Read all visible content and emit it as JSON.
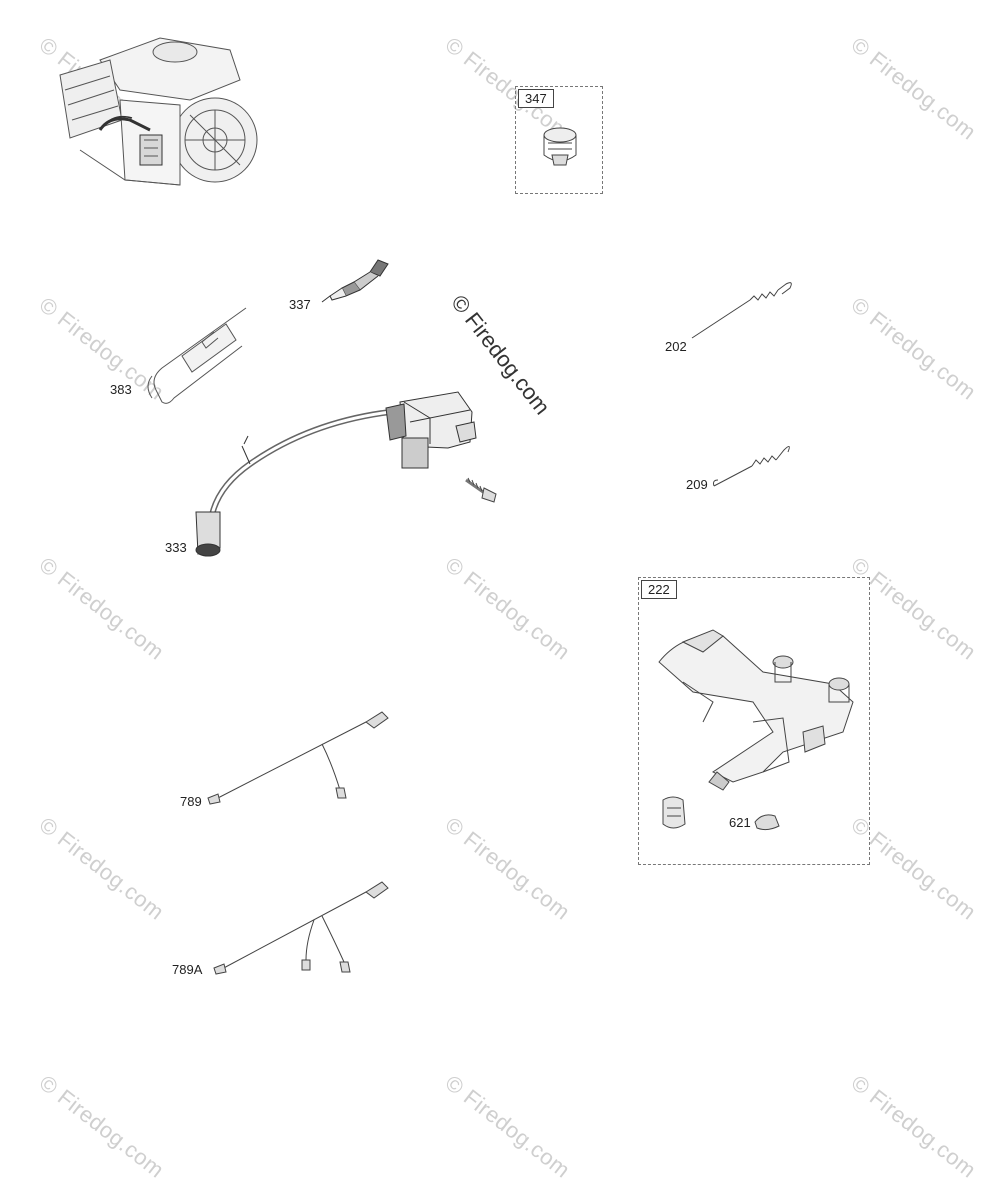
{
  "watermark": {
    "text": "© Firedog.com",
    "color": "#cfcfcf",
    "center_color": "#333333"
  },
  "parts": [
    {
      "id": "347",
      "boxed": true
    },
    {
      "id": "337"
    },
    {
      "id": "383"
    },
    {
      "id": "333"
    },
    {
      "id": "202"
    },
    {
      "id": "209"
    },
    {
      "id": "222",
      "boxed": true
    },
    {
      "id": "621"
    },
    {
      "id": "789"
    },
    {
      "id": "789A"
    }
  ],
  "icons": [
    "engine-illustration",
    "fuel-cap-icon",
    "spark-plug-icon",
    "tube-clip-icon",
    "ignition-coil-icon",
    "bolt-icon",
    "spring-icon",
    "control-bracket-icon",
    "clip-icon",
    "wire-harness-icon"
  ]
}
